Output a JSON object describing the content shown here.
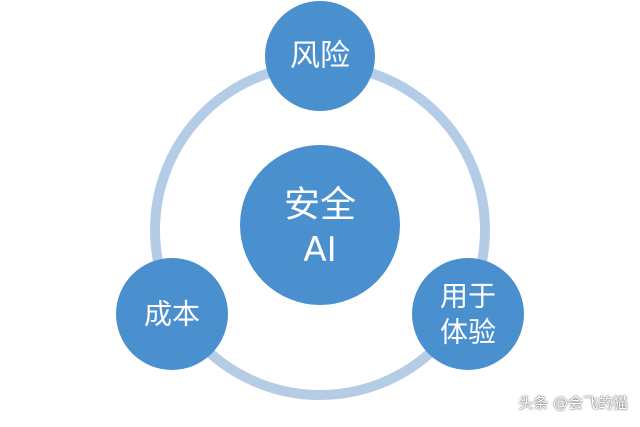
{
  "diagram": {
    "center": {
      "line1": "安全",
      "line2": "AI"
    },
    "top": {
      "label": "风险"
    },
    "left": {
      "label": "成本"
    },
    "right": {
      "line1": "用于",
      "line2": "体验"
    }
  },
  "watermark": "头条 @会飞的猫",
  "colors": {
    "node_fill": "#4a90cf",
    "ring": "#b4cce6",
    "label": "#ffffff"
  }
}
